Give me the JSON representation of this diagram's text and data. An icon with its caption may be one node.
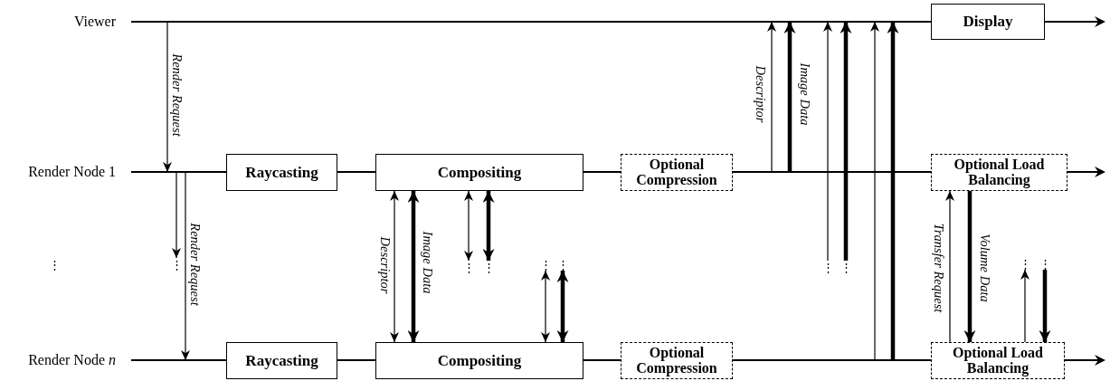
{
  "diagram": {
    "nodes": [
      {
        "text": [
          "Viewer"
        ]
      },
      {
        "text": [
          "Render Node 1"
        ]
      },
      {
        "text": [
          "Render Node *n*"
        ]
      },
      {
        "text": [
          "Display"
        ]
      },
      {
        "text": [
          "Raycasting"
        ]
      },
      {
        "text": [
          "Compositing"
        ]
      },
      {
        "text": [
          "Optional Compression"
        ]
      },
      {
        "text": [
          "Optional Load Balancing"
        ]
      },
      {
        "text": [
          "⋮"
        ]
      },
      {
        "text": [
          "⋮"
        ]
      },
      {
        "text": [
          "⋮"
        ]
      },
      {
        "text": [
          "⋮"
        ]
      },
      {
        "text": [
          "⋮"
        ]
      },
      {
        "text": [
          "⋮"
        ]
      },
      {
        "text": [
          "⋮"
        ]
      },
      {
        "text": [
          "⋮"
        ]
      },
      {
        "text": [
          "⋮"
        ]
      },
      {
        "text": [
          "Raycasting"
        ]
      },
      {
        "text": [
          "Compositing"
        ]
      },
      {
        "text": [
          "Optional Compression"
        ]
      },
      {
        "text": [
          "Optional Load Balancing"
        ]
      }
    ],
    "edges": [
      {
        "from": 0,
        "to": 1,
        "arrow": "to",
        "label": "Render Request"
      },
      {
        "from": 1,
        "to": 8,
        "arrow": "to"
      },
      {
        "from": 1,
        "to": 2,
        "arrow": "to",
        "label": "Render Request"
      },
      {
        "from": 5,
        "to": 18,
        "arrow": "both",
        "label": "Descriptor"
      },
      {
        "from": 5,
        "to": 18,
        "arrow": "both",
        "label": "Image Data",
        "style": "thick"
      },
      {
        "from": 5,
        "to": 9,
        "arrow": "both"
      },
      {
        "from": 5,
        "to": 10,
        "arrow": "both",
        "style": "thick"
      },
      {
        "from": 11,
        "to": 18,
        "arrow": "both"
      },
      {
        "from": 12,
        "to": 18,
        "arrow": "both",
        "style": "thick"
      },
      {
        "from": 1,
        "to": 0,
        "arrow": "to",
        "label": "Descriptor"
      },
      {
        "from": 1,
        "to": 0,
        "arrow": "to",
        "label": "Image Data",
        "style": "thick"
      },
      {
        "from": 13,
        "to": 0,
        "arrow": "to"
      },
      {
        "from": 14,
        "to": 0,
        "arrow": "to",
        "style": "thick"
      },
      {
        "from": 2,
        "to": 0,
        "arrow": "to"
      },
      {
        "from": 2,
        "to": 0,
        "arrow": "to",
        "style": "thick"
      },
      {
        "from": 20,
        "to": 7,
        "arrow": "to",
        "label": "Transfer Request"
      },
      {
        "from": 7,
        "to": 20,
        "arrow": "to",
        "label": "Volume Data",
        "style": "thick"
      },
      {
        "from": 20,
        "to": 15,
        "arrow": "to"
      },
      {
        "from": 16,
        "to": 20,
        "arrow": "to",
        "style": "thick"
      }
    ],
    "labels": [
      "⋮"
    ]
  }
}
